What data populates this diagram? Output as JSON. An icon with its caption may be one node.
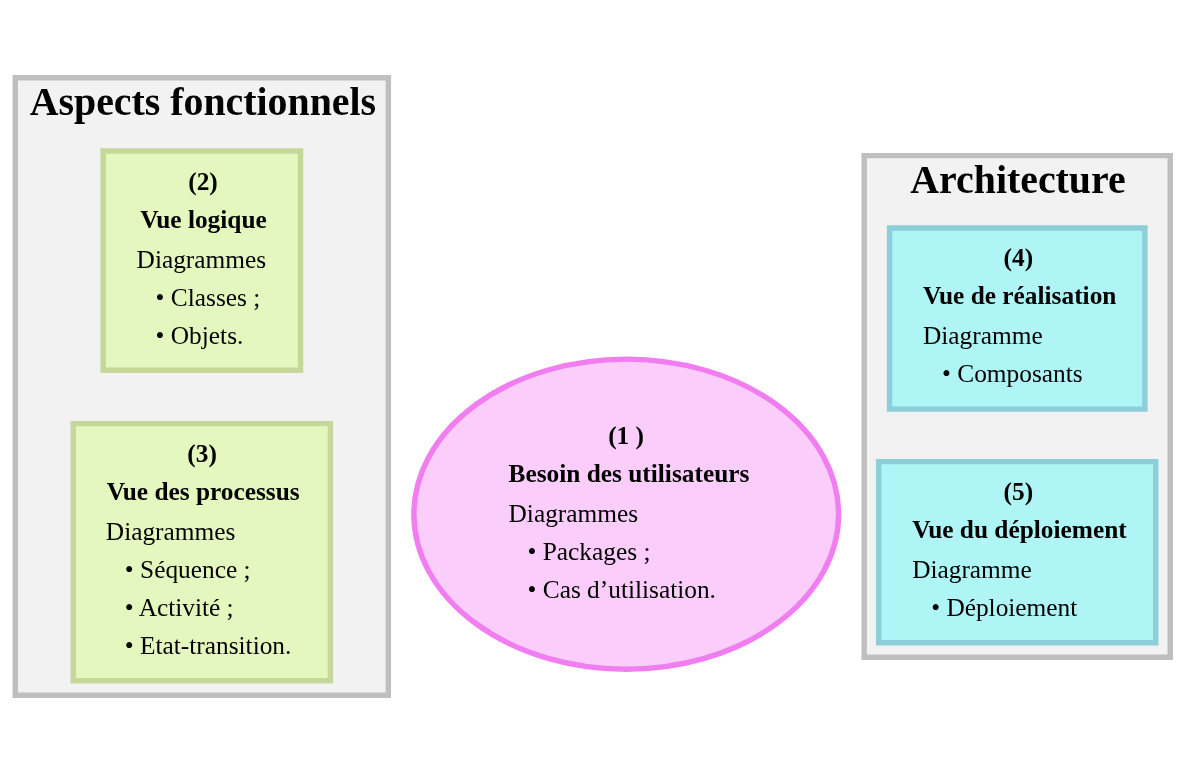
{
  "diagram": {
    "nodes": [
      {
        "text": [
          "Aspects fonctionnels"
        ]
      },
      {
        "text": [
          "(2)",
          "Vue logique",
          "Diagrammes",
          "• Classes ;",
          "• Objets."
        ],
        "in": 0
      },
      {
        "text": [
          "(3)",
          "Vue des processus",
          "Diagrammes",
          "• Séquence ;",
          "• Activité ;",
          "• Etat-transition."
        ],
        "in": 0
      },
      {
        "text": [
          "Architecture"
        ]
      },
      {
        "text": [
          "(4)",
          "Vue de réalisation",
          "Diagramme",
          "• Composants"
        ],
        "in": 3
      },
      {
        "text": [
          "(5)",
          "Vue du déploiement",
          "Diagramme",
          "• Déploiement"
        ],
        "in": 3
      },
      {
        "text": [
          "(1 )",
          "Besoin des utilisateurs",
          "Diagrammes",
          "• Packages ;",
          "• Cas d’utilisation."
        ]
      }
    ],
    "edges": []
  }
}
